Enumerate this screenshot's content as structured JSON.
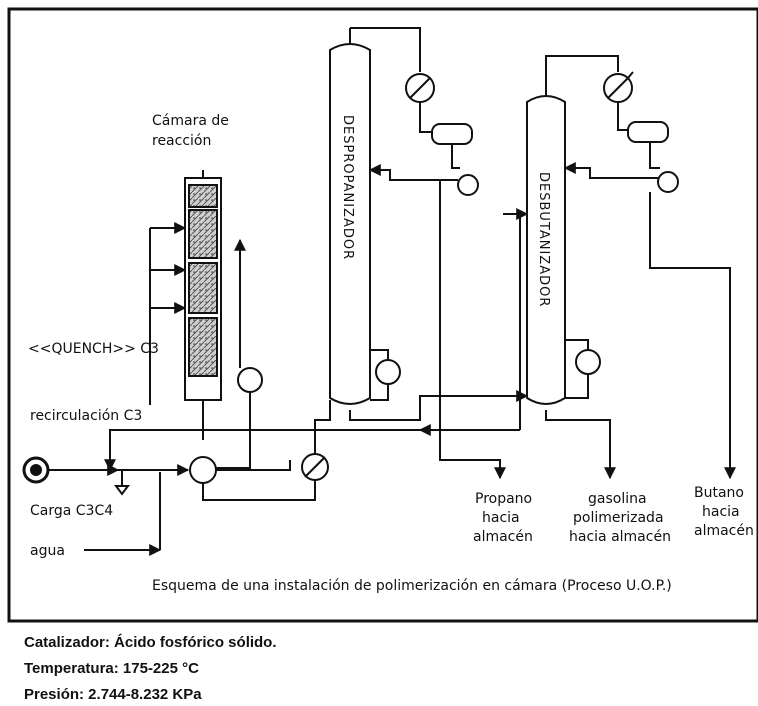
{
  "diagram": {
    "labels": {
      "camara_line1": "Cámara de",
      "camara_line2": "reacción",
      "quench": "<<QUENCH>> C3",
      "recirculacion": "recirculación C3",
      "carga": "Carga C3C4",
      "agua": "agua",
      "despropanizador": "DESPROPANIZADOR",
      "desbutanizador": "DESBUTANIZADOR",
      "propano_1": "Propano",
      "propano_2": "hacia",
      "propano_3": "almacén",
      "gasolina_1": "gasolina",
      "gasolina_2": "polimerizada",
      "gasolina_3": "hacia almacén",
      "butano_1": "Butano",
      "butano_2": "hacia",
      "butano_3": "almacén"
    },
    "caption": "Esquema de una instalación de polimerización en cámara (Proceso U.O.P.)"
  },
  "info": {
    "catalizador": "Catalizador: Ácido fosfórico sólido.",
    "temperatura": "Temperatura: 175-225 °C",
    "presion": "Presión: 2.744-8.232 KPa"
  }
}
